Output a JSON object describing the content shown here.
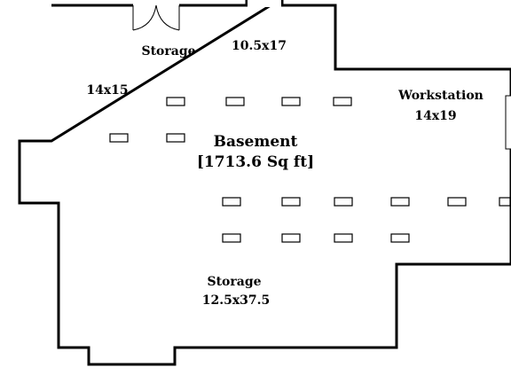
{
  "plan": {
    "title": "Basement",
    "area": "[1713.6 Sq ft]",
    "rooms": [
      {
        "name": "Storage",
        "dims": "14x15"
      },
      {
        "name": "",
        "dims": "10.5x17"
      },
      {
        "name": "Workstation",
        "dims": "14x19"
      },
      {
        "name": "Storage",
        "dims": "12.5x37.5"
      }
    ],
    "colors": {
      "wall": "#000000",
      "background": "#ffffff"
    },
    "icons": [
      "ceiling-light-icon",
      "double-door-icon",
      "window-icon"
    ]
  }
}
